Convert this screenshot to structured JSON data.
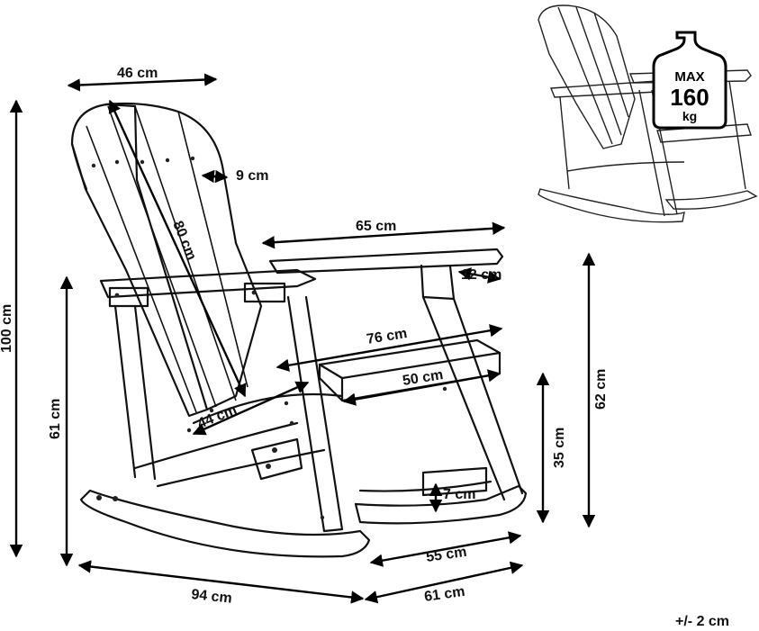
{
  "dimensions": {
    "back_width": "46 cm",
    "slat_width": "9 cm",
    "back_length": "80 cm",
    "arm_length": "65 cm",
    "arm_width": "12 cm",
    "overall_height": "100 cm",
    "arm_height": "61 cm",
    "seat_depth": "76 cm",
    "seat_width": "50 cm",
    "seat_back_gap": "44 cm",
    "rocker_gap": "7 cm",
    "seat_height": "35 cm",
    "side_height": "62 cm",
    "rocker_depth": "55 cm",
    "overall_length": "94 cm",
    "overall_width": "61 cm"
  },
  "badge": {
    "max_label": "MAX",
    "load_value": "160",
    "unit": "kg"
  },
  "tolerance": "+/- 2 cm"
}
